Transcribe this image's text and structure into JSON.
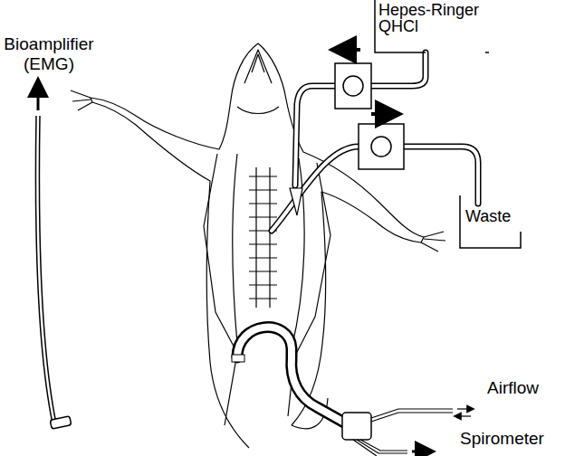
{
  "diagram": {
    "nodes": [
      {
        "text": [
          "Hepes-Ringer QHCl"
        ]
      },
      {
        "text": [
          "Waste"
        ]
      }
    ],
    "labels": [
      "Bioamplifier (EMG)",
      "Airflow",
      "Spirometer"
    ]
  }
}
